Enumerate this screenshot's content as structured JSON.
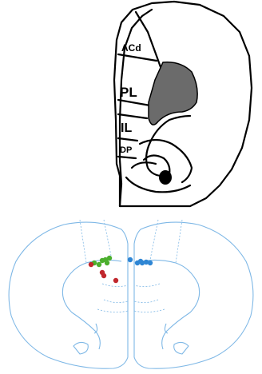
{
  "top_panel": {
    "regions": [
      {
        "key": "acd",
        "label": "ACd"
      },
      {
        "key": "pl",
        "label": "PL"
      },
      {
        "key": "il",
        "label": "IL"
      },
      {
        "key": "dp",
        "label": "DP"
      }
    ],
    "highlight_color": "#6b6b6b",
    "outline_color": "#000000"
  },
  "bottom_panel": {
    "outline_color": "#7fb8e6",
    "marker_groups": [
      {
        "name": "green",
        "color": "#4caf2e",
        "count": 6
      },
      {
        "name": "red",
        "color": "#c1272d",
        "count": 4
      },
      {
        "name": "blue",
        "color": "#2f86d4",
        "count": 6
      }
    ]
  }
}
